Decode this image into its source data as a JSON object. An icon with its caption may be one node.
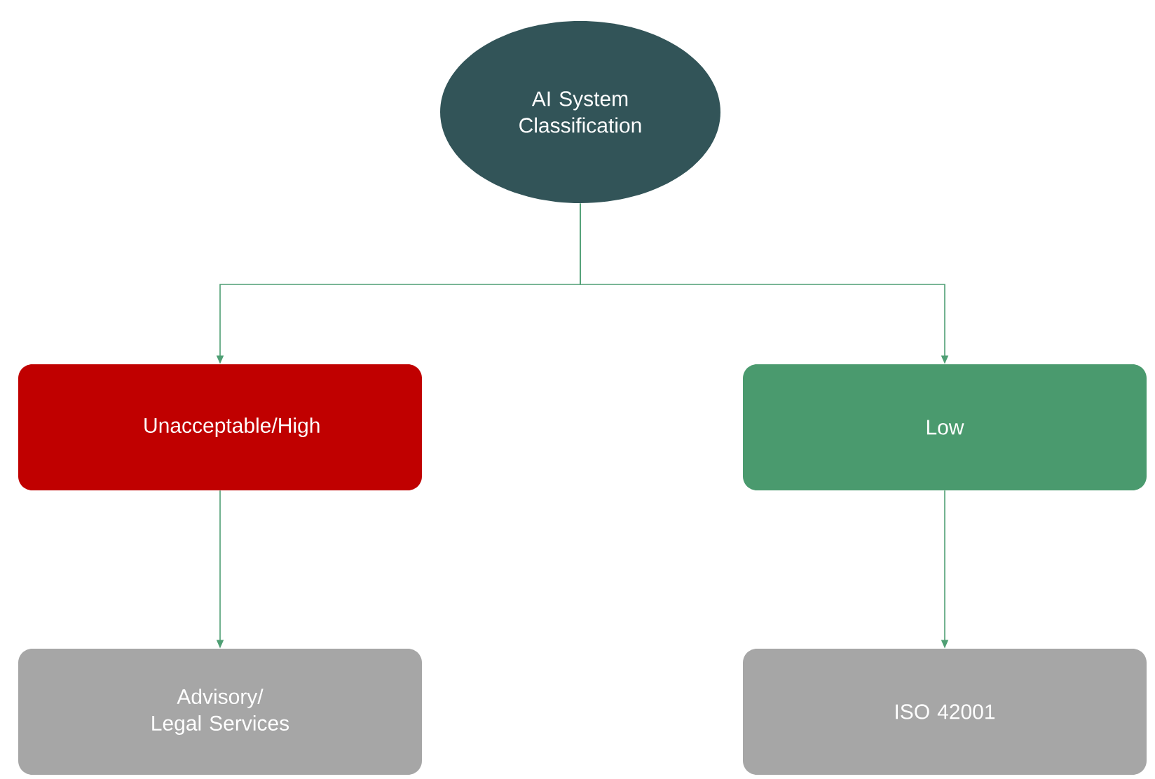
{
  "diagram": {
    "nodes": [
      {
        "text": [
          "AI System Classification"
        ]
      },
      {
        "text": [
          "Unacceptable/High"
        ]
      },
      {
        "text": [
          "Low"
        ]
      },
      {
        "text": [
          "Advisory/ Legal Services"
        ]
      },
      {
        "text": [
          "ISO 42001"
        ]
      }
    ],
    "edges": [
      {
        "from": 0,
        "to": 1,
        "arrow": "to"
      },
      {
        "from": 0,
        "to": 2,
        "arrow": "to"
      },
      {
        "from": 1,
        "to": 3,
        "arrow": "to"
      },
      {
        "from": 2,
        "to": 4,
        "arrow": "to"
      }
    ]
  }
}
